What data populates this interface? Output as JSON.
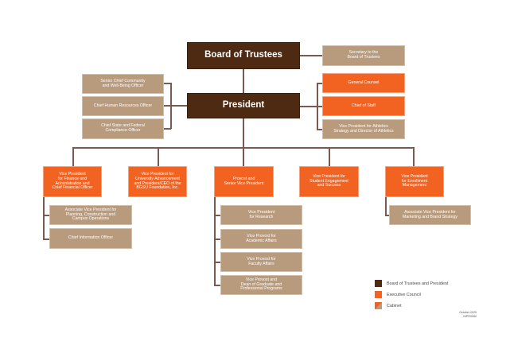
{
  "chart": {
    "board": {
      "label": "Board of Trustees"
    },
    "secretary": {
      "label": "Secretary to the\nBoard of Trustees"
    },
    "president": {
      "label": "President"
    },
    "president_left": [
      {
        "label": "Senior Chief Community\nand Well-Being Officer"
      },
      {
        "label": "Chief Human Resources Officer"
      },
      {
        "label": "Chief State and Federal\nCompliance Officer"
      }
    ],
    "president_right": [
      {
        "label": "General Counsel",
        "level": "executive"
      },
      {
        "label": "Chief of Staff",
        "level": "executive"
      },
      {
        "label": "Vice President for Athletics\nStrategy and Director of Athletics",
        "level": "cabinet"
      }
    ],
    "vice_presidents": [
      {
        "label": "Vice President\nfor Finance and\nAdministration and\nChief Financial Officer",
        "reports": [
          {
            "label": "Associate Vice President for\nPlanning, Construction and\nCampus Operations"
          },
          {
            "label": "Chief Information Officer"
          }
        ]
      },
      {
        "label": "Vice President for\nUniversity Advancement\nand President/CEO of the\nBGSU Foundation, Inc.",
        "reports": []
      },
      {
        "label": "Provost and\nSenior Vice President",
        "reports": [
          {
            "label": "Vice President\nfor Research"
          },
          {
            "label": "Vice Provost for\nAcademic Affairs"
          },
          {
            "label": "Vice Provost for\nFaculty Affairs"
          },
          {
            "label": "Vice Provost and\nDean of Graduate and\nProfessional Programs"
          }
        ]
      },
      {
        "label": "Vice President for\nStudent Engagement\nand Success",
        "reports": []
      },
      {
        "label": "Vice President\nfor Enrollment\nManagement",
        "reports": [
          {
            "label": "Associate Vice President for\nMarketing and Brand Strategy"
          }
        ]
      }
    ]
  },
  "legend": [
    {
      "label": "Board of Trustees and President",
      "swatch": "primary"
    },
    {
      "label": "Executive Council",
      "swatch": "executive"
    },
    {
      "label": "Cabinet",
      "swatch": "cabinet"
    }
  ],
  "footer": {
    "date": "October 2025",
    "code": "24PR0082"
  },
  "colors": {
    "primary": "#4e2a12",
    "executive": "#f26322",
    "cabinet": "#b89a7d",
    "connector": "#7a5a50"
  }
}
